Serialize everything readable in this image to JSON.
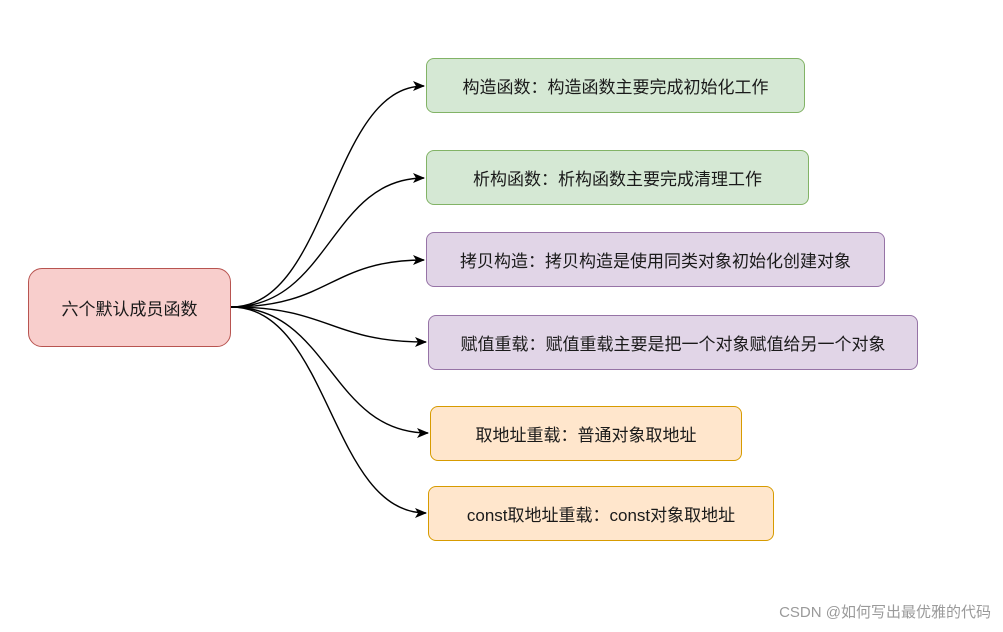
{
  "root": {
    "label": "六个默认成员函数",
    "color": "red"
  },
  "children": [
    {
      "label": "构造函数：构造函数主要完成初始化工作",
      "color": "green"
    },
    {
      "label": "析构函数：析构函数主要完成清理工作",
      "color": "green"
    },
    {
      "label": "拷贝构造：拷贝构造是使用同类对象初始化创建对象",
      "color": "purple"
    },
    {
      "label": "赋值重载：赋值重载主要是把一个对象赋值给另一个对象",
      "color": "purple"
    },
    {
      "label": "取地址重载：普通对象取地址",
      "color": "orange"
    },
    {
      "label": "const取地址重载：const对象取地址",
      "color": "orange"
    }
  ],
  "palette": {
    "green": {
      "fill": "#d5e8d4",
      "stroke": "#82b366"
    },
    "purple": {
      "fill": "#e1d5e7",
      "stroke": "#9673a6"
    },
    "orange": {
      "fill": "#ffe6cc",
      "stroke": "#d79b00"
    },
    "red": {
      "fill": "#f8cecc",
      "stroke": "#b85450"
    },
    "edge": "#000000"
  },
  "watermark": "CSDN @如何写出最优雅的代码"
}
